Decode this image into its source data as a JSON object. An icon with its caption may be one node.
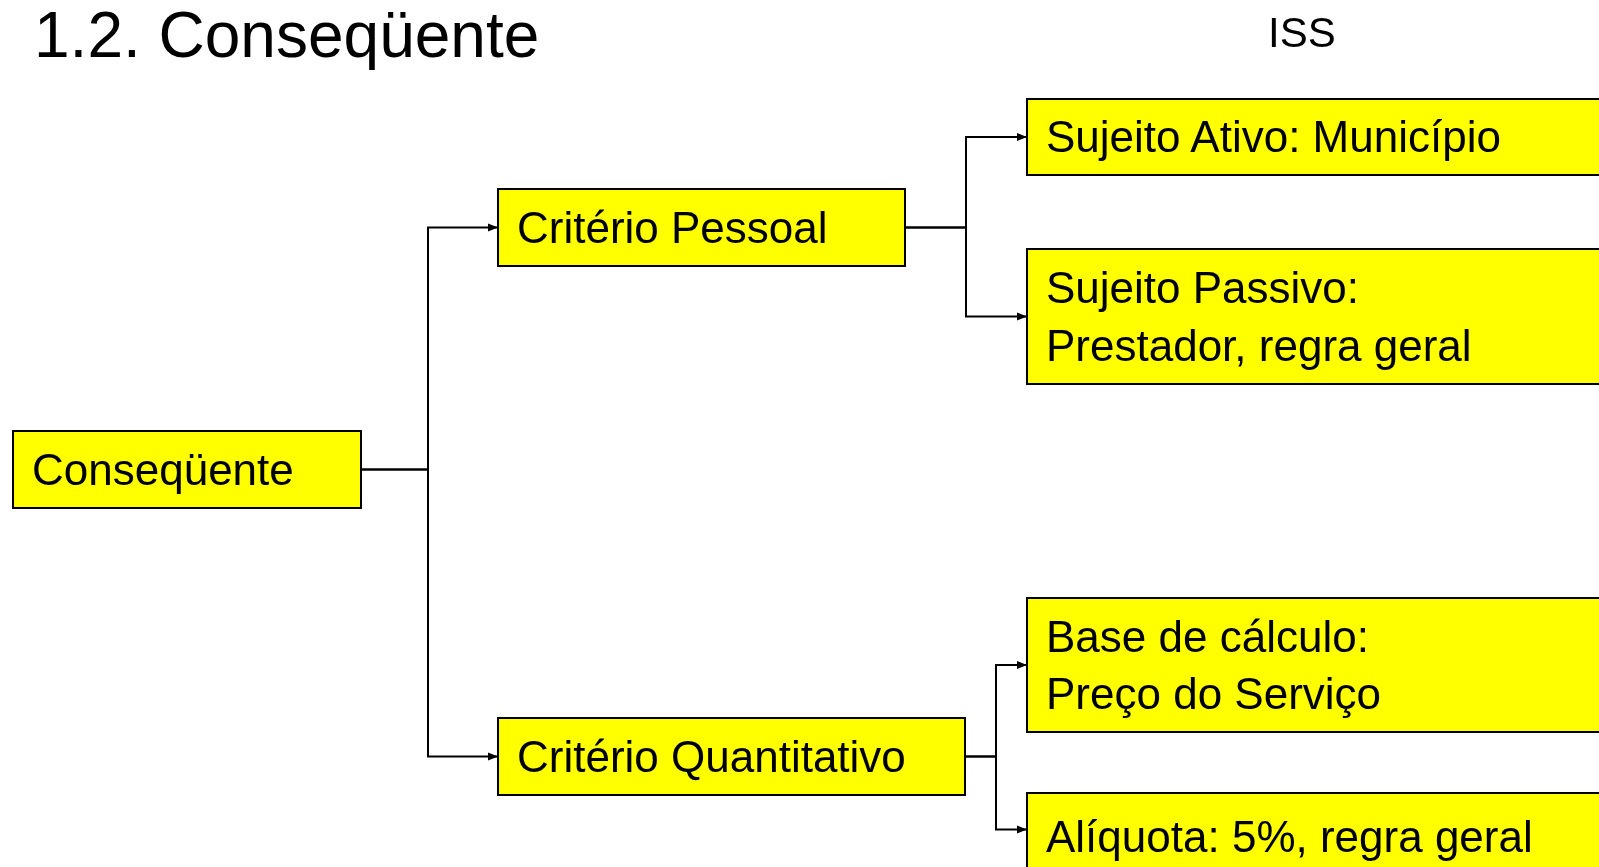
{
  "diagram": {
    "title": "1.2. Conseqüente",
    "nodes": [
      {
        "text": [
          "Conseqüente"
        ]
      },
      {
        "text": [
          "Critério Pessoal"
        ]
      },
      {
        "text": [
          "Critério Quantitativo"
        ]
      },
      {
        "text": [
          "Sujeito Ativo: Município"
        ]
      },
      {
        "text": [
          "Sujeito Passivo: Prestador, regra geral"
        ]
      },
      {
        "text": [
          "Base de cálculo: Preço do Serviço"
        ]
      },
      {
        "text": [
          "Alíquota: 5%, regra geral"
        ]
      }
    ],
    "edges": [
      {
        "from": 0,
        "to": 1,
        "arrow": "to"
      },
      {
        "from": 0,
        "to": 2,
        "arrow": "to"
      },
      {
        "from": 1,
        "to": 3,
        "arrow": "to"
      },
      {
        "from": 1,
        "to": 4,
        "arrow": "to"
      },
      {
        "from": 2,
        "to": 5,
        "arrow": "to"
      },
      {
        "from": 2,
        "to": 6,
        "arrow": "to"
      }
    ],
    "labels": [
      "ISS"
    ]
  }
}
